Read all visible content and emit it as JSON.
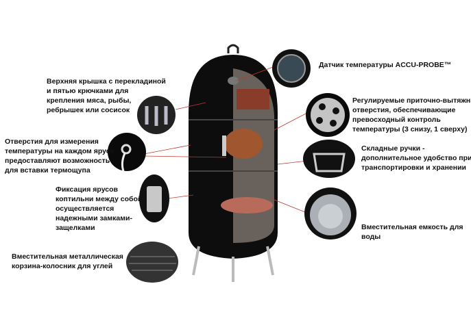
{
  "labels": {
    "lid": [
      "Верхняя крышка с перекладиной",
      "и пятью крючками для",
      "крепления мяса, рыбы,",
      "ребрышек или сосисок"
    ],
    "probe_holes": [
      "Отверстия для измерения",
      "температуры на каждом ярусе",
      "предоставляют возможность",
      "для вставки термощупа"
    ],
    "latches": [
      "Фиксация ярусов",
      "коптильни между собой",
      "осуществляется",
      "надежными замками-",
      "защелками"
    ],
    "basket": [
      "Вместительная металлическая",
      "корзина-колосник для углей"
    ],
    "thermometer": [
      "Датчик температуры ACCU-PROBE™"
    ],
    "vents": [
      "Регулируемые приточно-вытяжные",
      "отверстия, обеспечивающие",
      "превосходный контроль",
      "температуры (3 снизу, 1 сверху)"
    ],
    "handles": [
      "Складные ручки -",
      "дополнительное удобство при",
      "транспортировки и хранении"
    ],
    "water_pan": [
      "Вместительная емкость для",
      "воды"
    ]
  },
  "colors": {
    "leader_line": "#c0392b",
    "body": "#0d0d0d",
    "text": "#111111"
  }
}
